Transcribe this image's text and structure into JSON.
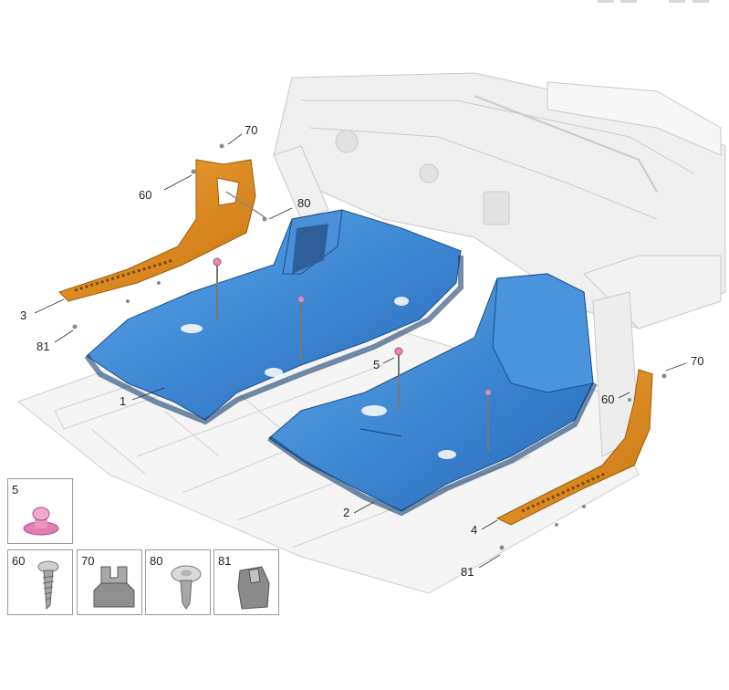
{
  "diagram": {
    "callouts": {
      "c70_left": "70",
      "c60_left": "60",
      "c80": "80",
      "c3": "3",
      "c81_left": "81",
      "c1": "1",
      "c5_center": "5",
      "c70_right": "70",
      "c60_right": "60",
      "c2": "2",
      "c4": "4",
      "c81_right": "81"
    },
    "legend": [
      {
        "num": "5",
        "part": "pink-push-clip"
      },
      {
        "num": "60",
        "part": "screw"
      },
      {
        "num": "70",
        "part": "clip-nut"
      },
      {
        "num": "80",
        "part": "push-rivet"
      },
      {
        "num": "81",
        "part": "retainer-clip"
      }
    ],
    "colors": {
      "carpet": "#2f7fd1",
      "carpet_light": "#5aa5ea",
      "carpet_dark": "#1b5a9d",
      "trim": "#e88d1a",
      "trim_dark": "#b86a0c",
      "frame": "#ececec",
      "frame_line": "#c8c8c8",
      "clip_pink": "#e88ab8"
    }
  }
}
